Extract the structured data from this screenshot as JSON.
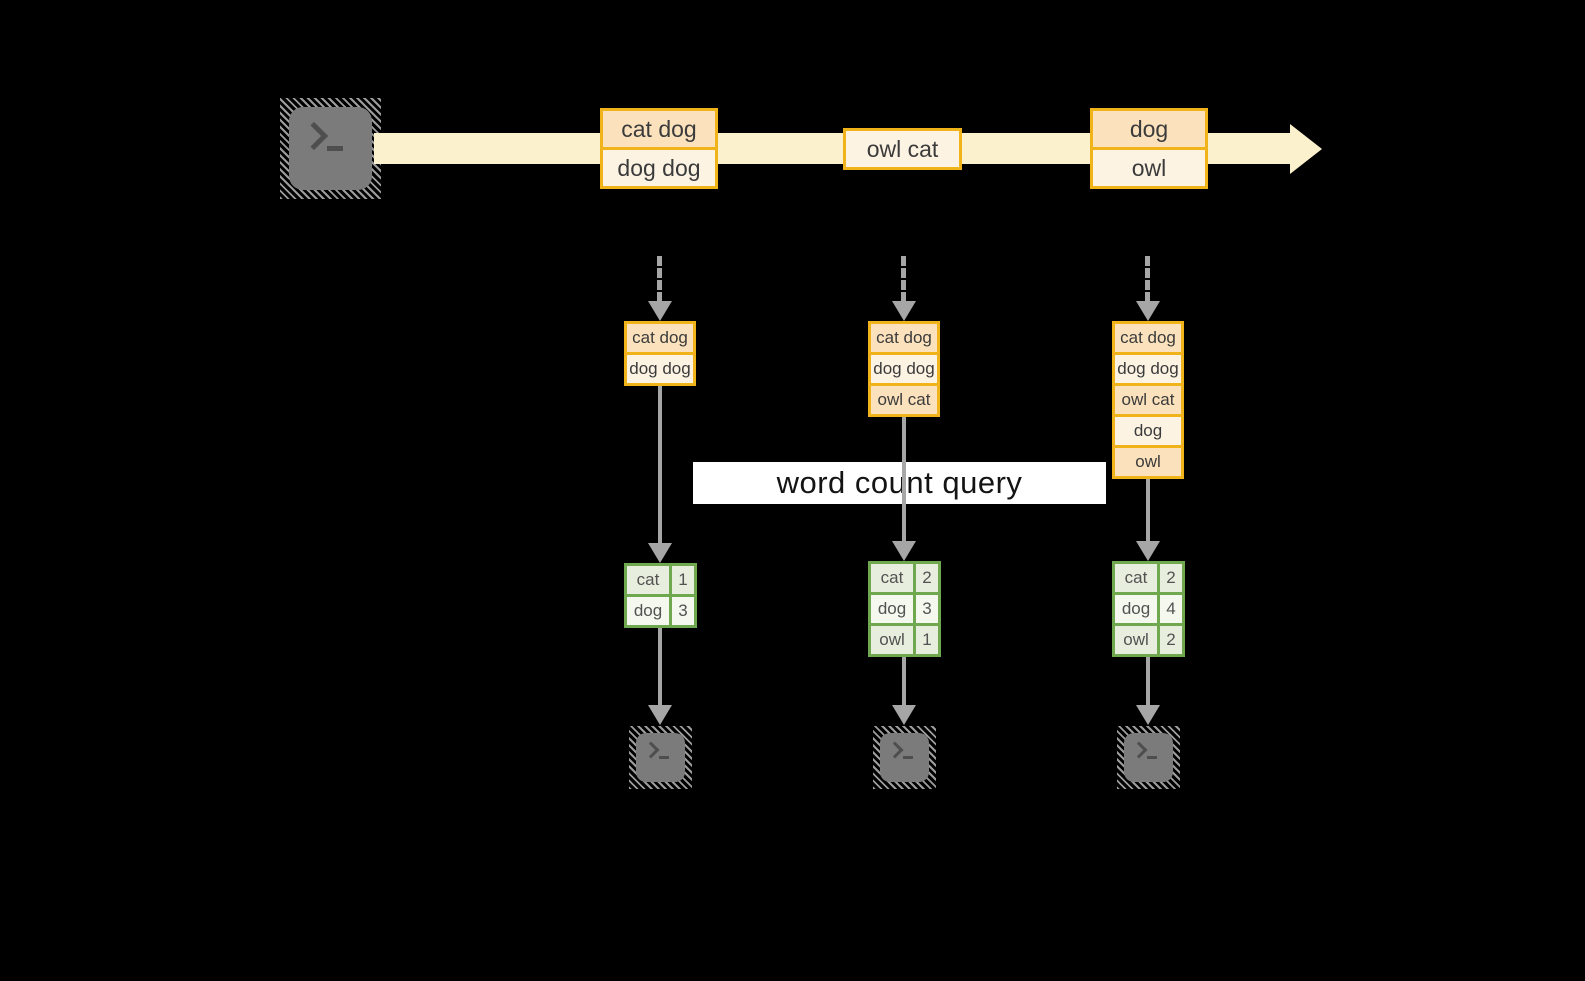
{
  "query_label": "word count query",
  "stream": {
    "messages": [
      {
        "rows": [
          "cat dog",
          "dog dog"
        ]
      },
      {
        "rows": [
          "owl cat"
        ]
      },
      {
        "rows": [
          "dog",
          "owl"
        ]
      }
    ]
  },
  "columns": [
    {
      "buffer": [
        "cat dog",
        "dog dog"
      ],
      "counts": [
        {
          "word": "cat",
          "count": "1"
        },
        {
          "word": "dog",
          "count": "3"
        }
      ]
    },
    {
      "buffer": [
        "cat dog",
        "dog dog",
        "owl cat"
      ],
      "counts": [
        {
          "word": "cat",
          "count": "2"
        },
        {
          "word": "dog",
          "count": "3"
        },
        {
          "word": "owl",
          "count": "1"
        }
      ]
    },
    {
      "buffer": [
        "cat dog",
        "dog dog",
        "owl cat",
        "dog",
        "owl"
      ],
      "counts": [
        {
          "word": "cat",
          "count": "2"
        },
        {
          "word": "dog",
          "count": "4"
        },
        {
          "word": "owl",
          "count": "2"
        }
      ]
    }
  ],
  "icons": {
    "source": "terminal-icon",
    "sinks": [
      "terminal-icon",
      "terminal-icon",
      "terminal-icon"
    ],
    "stream_arrow": "right-arrow-icon",
    "flow_arrow": "down-arrow-icon"
  },
  "colors": {
    "background": "#000000",
    "stream_band": "#fbf1cd",
    "box_border": "#f0b31a",
    "box_fill_dark": "#fbe2bd",
    "box_fill_light": "#fdf3e3",
    "table_border": "#6fa84e",
    "table_cell_dark": "#e7eedd",
    "table_cell_light": "#f4f8ef",
    "arrow_gray": "#a6a6a6",
    "terminal_gray": "#7b7b7b",
    "query_box": "#ffffff"
  }
}
